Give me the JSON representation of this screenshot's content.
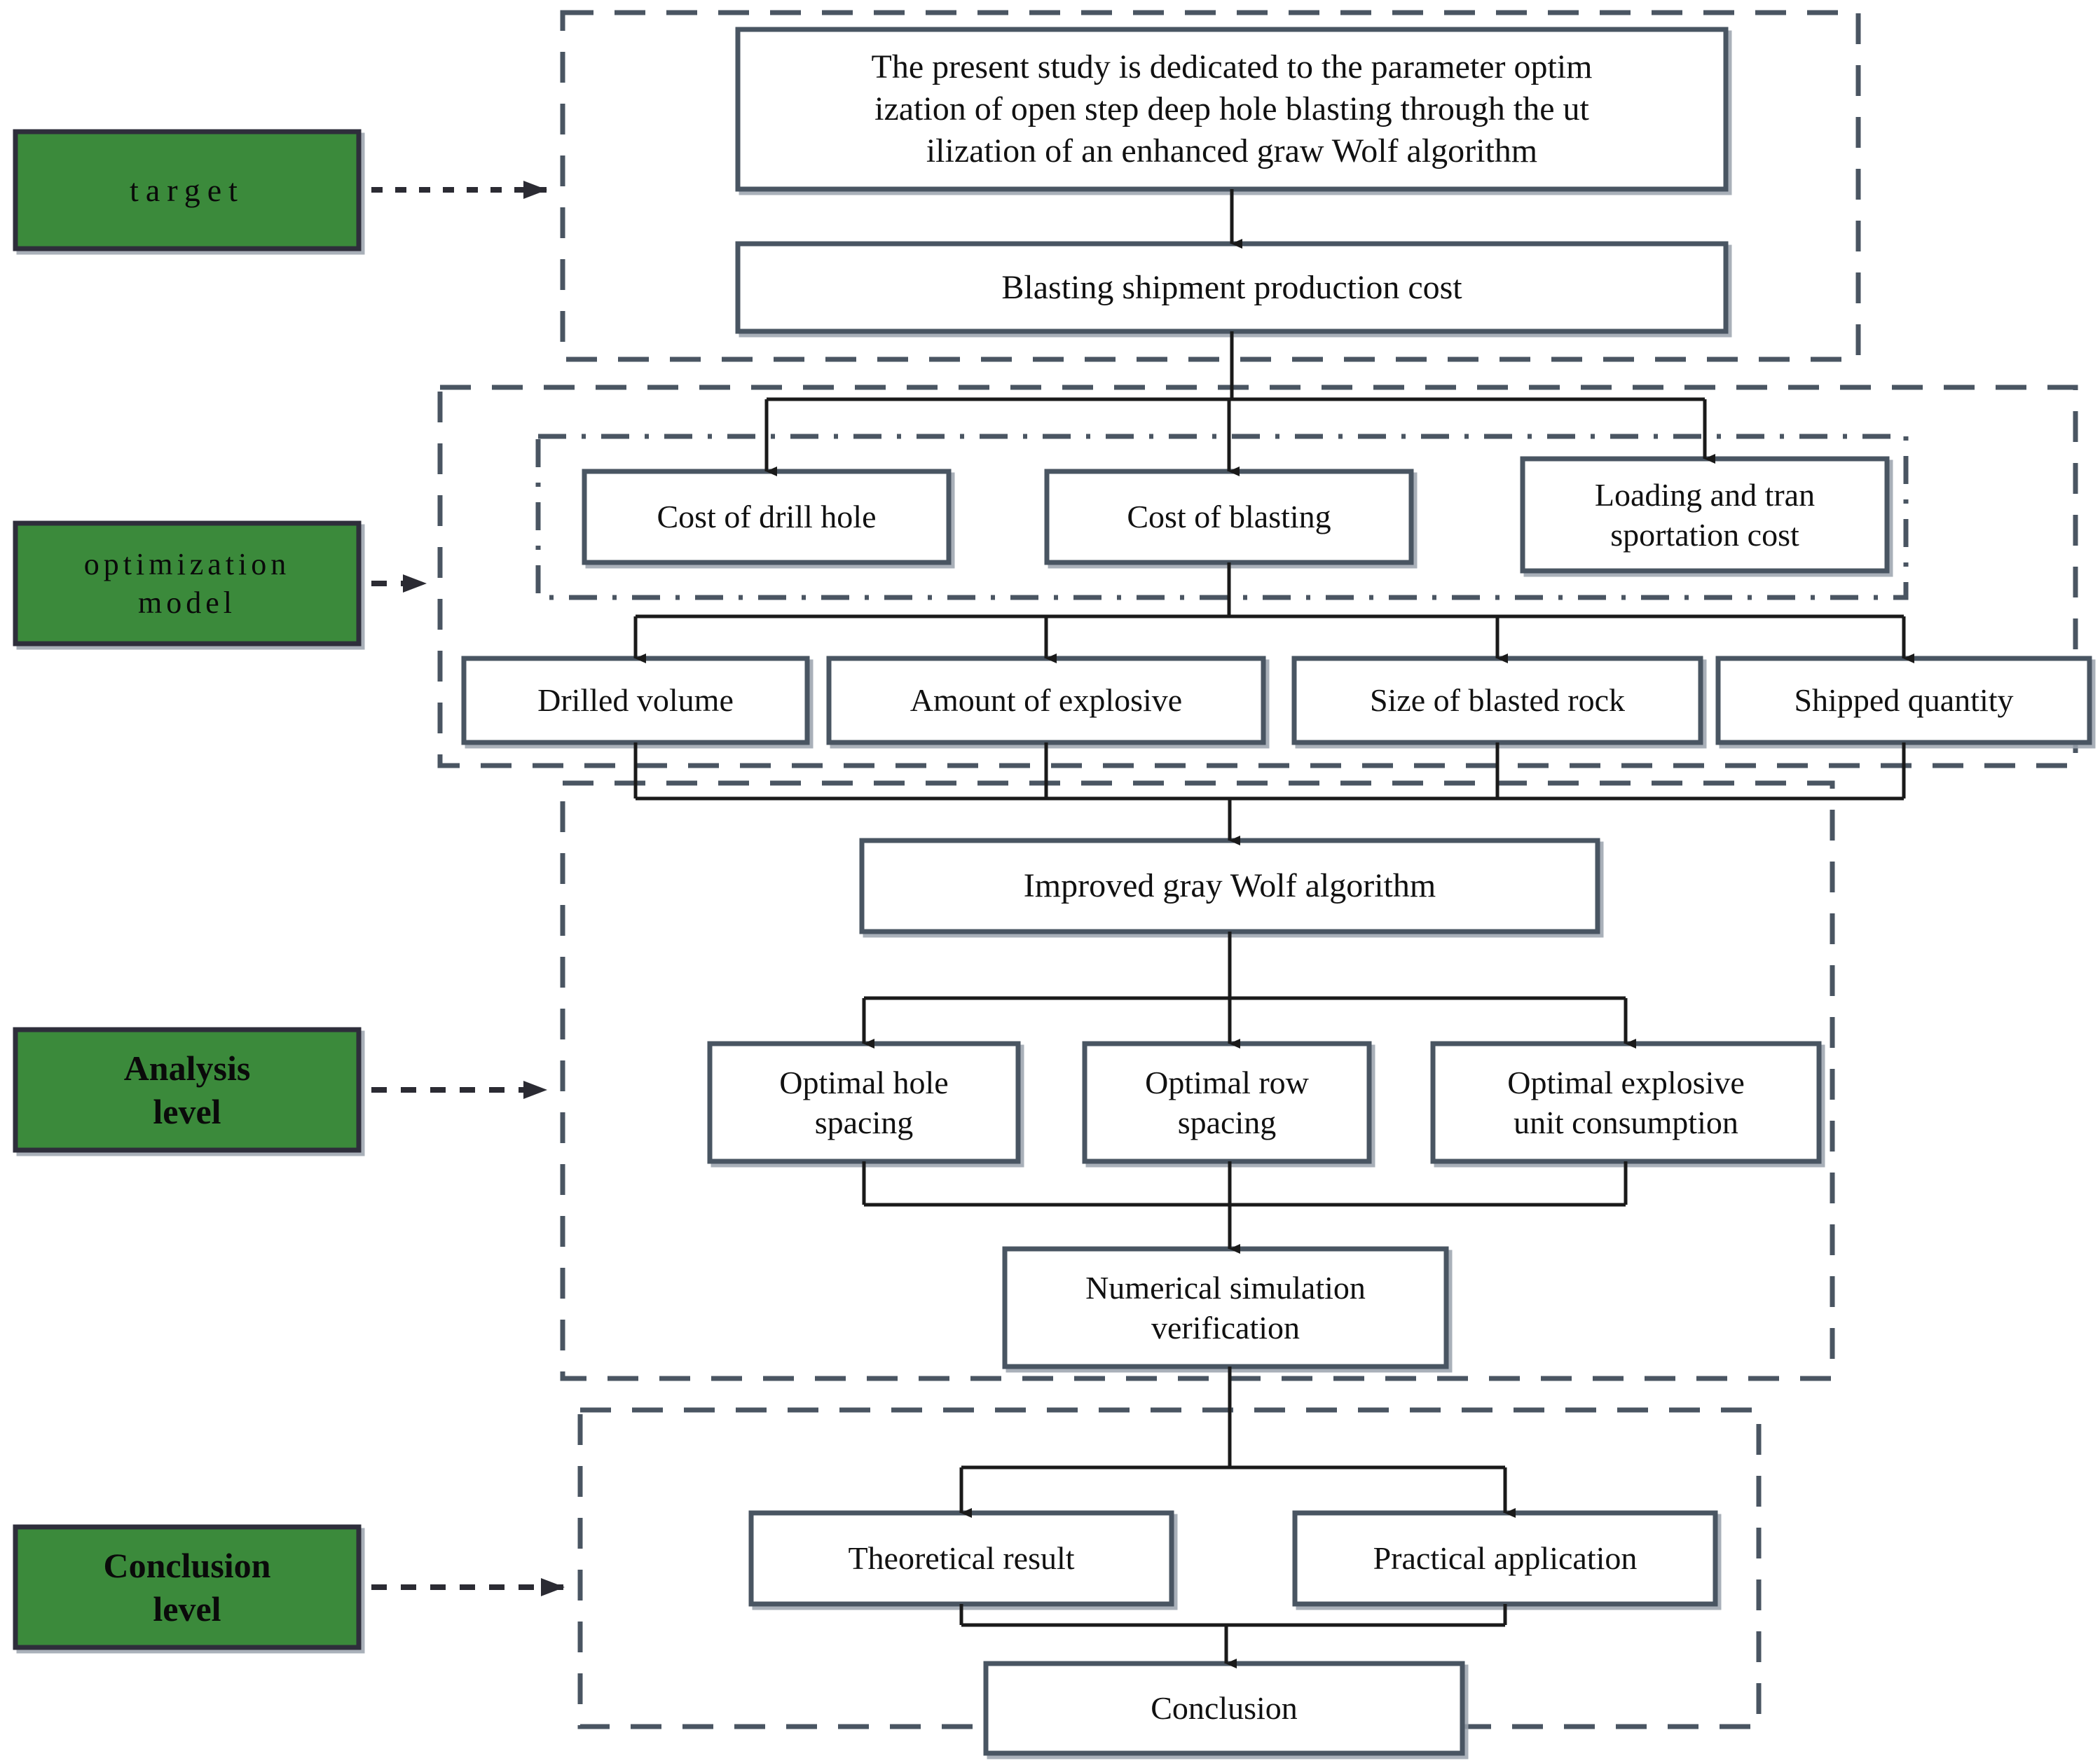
{
  "diagram": {
    "title": "Research framework flowchart for open step deep hole blasting parameter optimization",
    "colors": {
      "green_fill": "#3b8a3b",
      "green_border": "#2d2d3a",
      "box_border": "#4a5562",
      "line": "#1a1a1a",
      "dashed": "#4a5562",
      "text": "#111111",
      "background": "#ffffff"
    },
    "levels": [
      {
        "id": "target",
        "label": "target",
        "style": "letterspaced"
      },
      {
        "id": "optimization-model",
        "label": "optimization\nmodel",
        "line1": "optimization",
        "line2": "model",
        "style": "letterspaced"
      },
      {
        "id": "analysis-level",
        "label": "Analysis level",
        "line1": "Analysis",
        "line2": "level",
        "style": "bold"
      },
      {
        "id": "conclusion-level",
        "label": "Conclusion level",
        "line1": "Conclusion",
        "line2": "level",
        "style": "bold"
      }
    ],
    "nodes": {
      "study_statement": {
        "line1": "The present study is dedicated to the parameter optim",
        "line2": "ization of open step deep hole blasting through the ut",
        "line3": "ilization of an enhanced graw Wolf algorithm"
      },
      "production_cost": {
        "label": "Blasting shipment production cost"
      },
      "cost_drill_hole": {
        "label": "Cost of drill hole"
      },
      "cost_blasting": {
        "label": "Cost of blasting"
      },
      "loading_transport": {
        "line1": "Loading and tran",
        "line2": "sportation cost"
      },
      "drilled_volume": {
        "label": "Drilled volume"
      },
      "amount_explosive": {
        "label": "Amount of explosive"
      },
      "size_blasted_rock": {
        "label": "Size of blasted rock"
      },
      "shipped_quantity": {
        "label": "Shipped quantity"
      },
      "gray_wolf": {
        "label": "Improved gray Wolf algorithm"
      },
      "optimal_hole": {
        "line1": "Optimal hole",
        "line2": "spacing"
      },
      "optimal_row": {
        "line1": "Optimal row",
        "line2": "spacing"
      },
      "optimal_explosive": {
        "line1": "Optimal explosive",
        "line2": "unit consumption"
      },
      "numerical_sim": {
        "line1": "Numerical simulation",
        "line2": "verification"
      },
      "theoretical_result": {
        "label": "Theoretical result"
      },
      "practical_app": {
        "label": "Practical application"
      },
      "conclusion": {
        "label": "Conclusion"
      }
    }
  }
}
